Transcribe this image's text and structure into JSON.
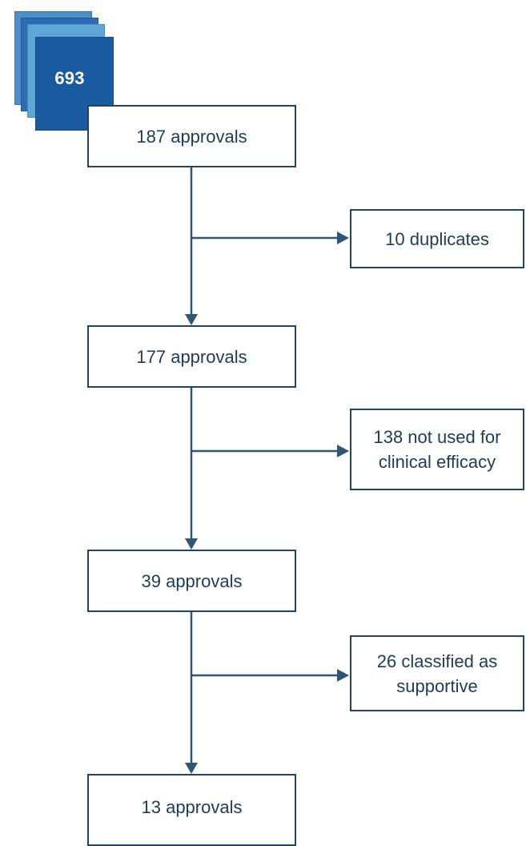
{
  "stack": {
    "count": "693"
  },
  "main_steps": [
    {
      "label": "187 approvals"
    },
    {
      "label": "177 approvals"
    },
    {
      "label": "39 approvals"
    },
    {
      "label": "13 approvals"
    }
  ],
  "exclusions": [
    {
      "label": "10 duplicates"
    },
    {
      "label": "138 not used for clinical efficacy"
    },
    {
      "label": "26 classified as supportive"
    }
  ],
  "colors": {
    "line": "#2f5674",
    "box_border": "#1f4564",
    "text": "#1c3c57",
    "stack_front": "#1a5aa0",
    "stack_light": "#5ea6d6"
  }
}
